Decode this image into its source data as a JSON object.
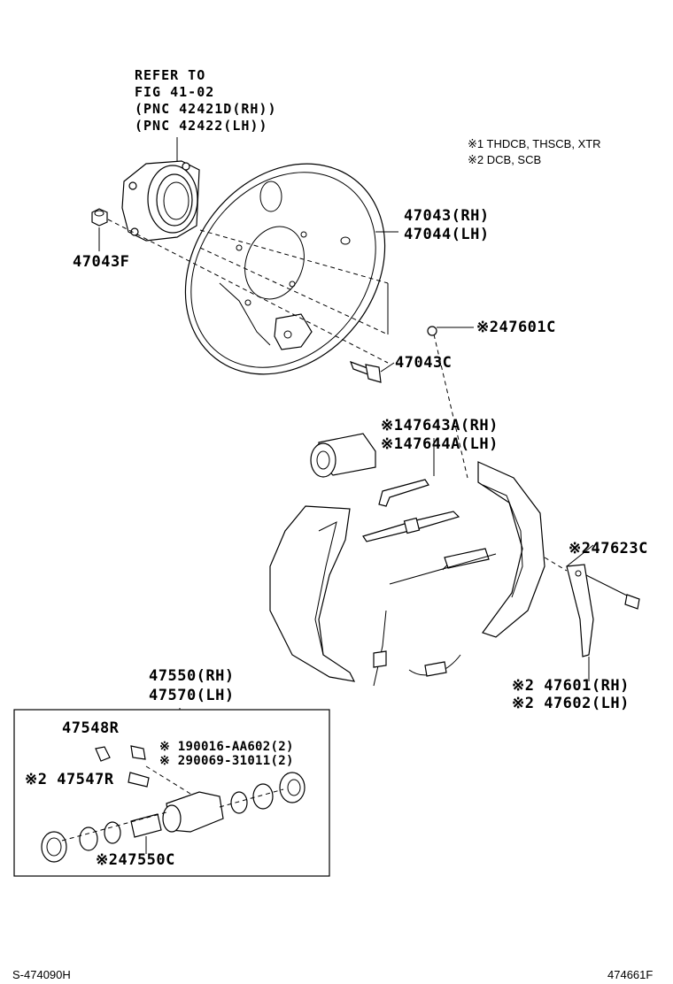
{
  "diagram": {
    "refer_note": [
      "REFER TO",
      "FIG 41-02",
      "(PNC 42421D(RH))",
      "(PNC 42422(LH))"
    ],
    "legend": [
      {
        "mark": "※1",
        "text": "THDCB, THSCB, XTR"
      },
      {
        "mark": "※2",
        "text": "DCB, SCB"
      }
    ],
    "parts": {
      "p47043_rh": "47043(RH)",
      "p47044_lh": "47044(LH)",
      "p47043f": "47043F",
      "p47043c": "47043C",
      "p47601c": "※247601C",
      "p47643a": "※147643A(RH)",
      "p47644a": "※147644A(LH)",
      "p47623c": "※247623C",
      "p47601_rh": "※2 47601(RH)",
      "p47602_lh": "※2 47602(LH)",
      "p47550_rh": "47550(RH)",
      "p47570_lh": "47570(LH)",
      "p47548r": "47548R",
      "p90016": "※ 190016-AA602(2)",
      "p90069": "※ 290069-31011(2)",
      "p47547r": "※2 47547R",
      "p47550c": "※247550C"
    },
    "footer_left": "S-474090H",
    "footer_right": "474661F"
  }
}
